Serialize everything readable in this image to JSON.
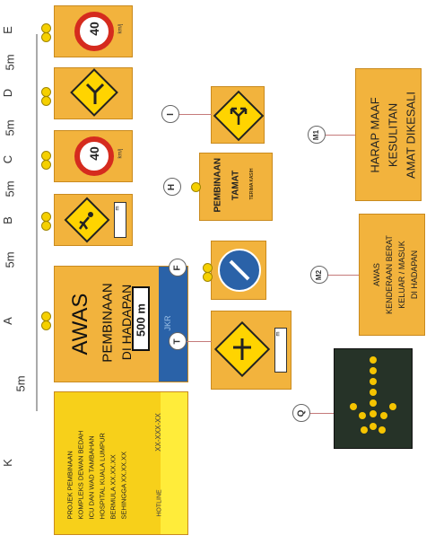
{
  "row_labels": {
    "E": "E",
    "D": "D",
    "C": "C",
    "B": "B",
    "A": "A",
    "K": "K"
  },
  "spacing": [
    "5m",
    "5m",
    "5m",
    "5m",
    "5m"
  ],
  "callouts": {
    "I": "I",
    "H": "H",
    "F": "F",
    "T": "T",
    "M1": "M1",
    "M2": "M2",
    "Q": "Q"
  },
  "speed_e": {
    "value": "40",
    "unit": "km/j"
  },
  "speed_c": {
    "value": "40",
    "unit": "km/j"
  },
  "plate_b": "m",
  "plate_t": "m",
  "sign_a": {
    "line1": "AWAS",
    "line2": "PEMBINAAN",
    "line3": "DI HADAPAN",
    "distance": "500 m",
    "band": "JKR"
  },
  "sign_k": {
    "l1": "PROJEK PEMBINAAN",
    "l2": "KOMPLEKS DEWAN BEDAH",
    "l3": "ICU DAN WAD TAMBAHAN",
    "l4": "HOSPITAL KUALA LUMPUR",
    "l5": "BERMULA  XX.XX.XX",
    "l6": "SEHINGGA  XX.XX.XX",
    "hotline": "HOTLINE",
    "phone": "XX-XXX-XX"
  },
  "sign_h": {
    "l1": "PEMBINAAN",
    "l2": "TAMAT",
    "l3": "TERIMA KASIH"
  },
  "sign_m1": {
    "l1": "HARAP MAAF",
    "l2": "KESULITAN",
    "l3": "AMAT DIKESALI"
  },
  "sign_m2": {
    "l1": "AWAS",
    "l2": "KENDERAAN BERAT",
    "l3": "KELUAR / MASUK",
    "l4": "DI HADAPAN"
  },
  "colors": {
    "orange": "#f2b33d",
    "yellow": "#ffd400",
    "blue": "#2a62a8",
    "red": "#d52b1e",
    "dark": "#263328"
  }
}
